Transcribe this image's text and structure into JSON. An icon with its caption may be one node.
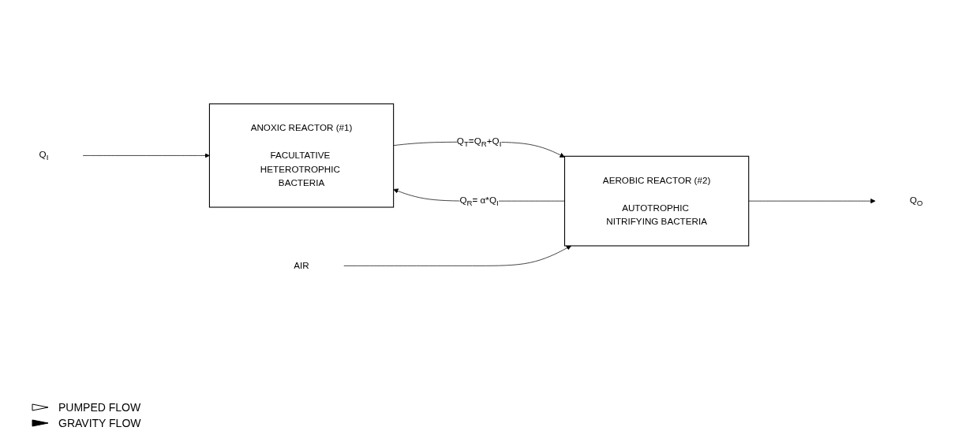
{
  "diagram": {
    "nodes": [
      {
        "text": [
          "Q$_{I}$"
        ]
      },
      {
        "text": [
          "ANOXIC REACTOR (#1)",
          "FACULTATIVE HETEROTROPHIC BACTERIA"
        ]
      },
      {
        "text": [
          "AEROBIC REACTOR (#2)",
          "AUTOTROPHIC NITRIFYING BACTERIA"
        ]
      },
      {
        "text": [
          "AIR"
        ]
      },
      {
        "text": [
          "Q$_{O}$"
        ]
      }
    ],
    "edges": [
      {
        "from": 0,
        "to": 1,
        "arrow": "to"
      },
      {
        "from": 2,
        "to": 1,
        "arrow": "to",
        "label": "Q$_{R}$= α*Q$_{I}$"
      },
      {
        "from": 1,
        "to": 2,
        "arrow": "to",
        "label": "Q$_{T}$=Q$_{R}$+Q$_{I}$"
      },
      {
        "from": 3,
        "to": 2,
        "arrow": "to"
      },
      {
        "from": 2,
        "to": 4,
        "arrow": "to"
      }
    ],
    "legend": [
      {
        "text": "PUMPED FLOW"
      },
      {
        "text": "GRAVITY FLOW"
      }
    ]
  }
}
